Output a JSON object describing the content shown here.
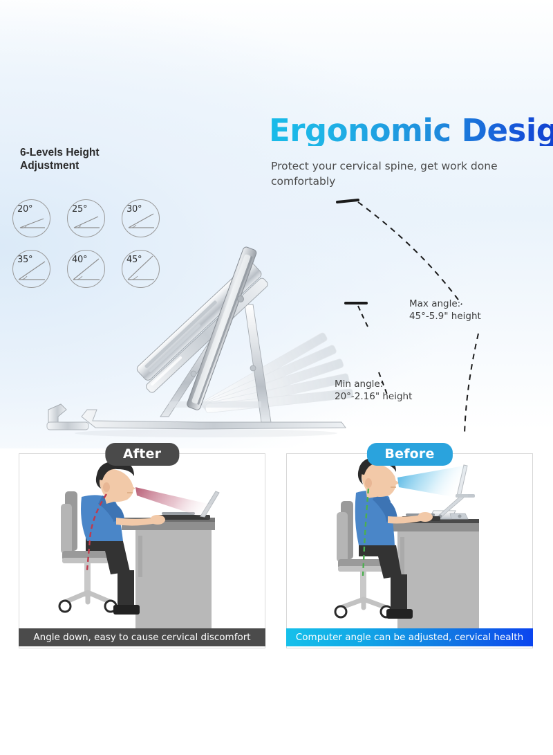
{
  "hero": {
    "title": "Ergonomic Design",
    "subtitle": "Protect your cervical spine, get work done comfortably"
  },
  "levels": {
    "heading": "6-Levels Height Adjustment",
    "badges": [
      {
        "label": "20°",
        "angle": 20
      },
      {
        "label": "25°",
        "angle": 25
      },
      {
        "label": "30°",
        "angle": 30
      },
      {
        "label": "35°",
        "angle": 35
      },
      {
        "label": "40°",
        "angle": 40
      },
      {
        "label": "45°",
        "angle": 45
      }
    ]
  },
  "callouts": {
    "max": "Max angle:\n45°-5.9\" height",
    "max_line1": "Max angle:",
    "max_line2": "45°-5.9\" height",
    "min_line1": "Min angle:",
    "min_line2": "20°-2.16\" height"
  },
  "comparison": {
    "left": {
      "badge": "After",
      "caption": "Angle down, easy to cause cervical discomfort",
      "badge_color": "#4a4a4a",
      "caption_color": "#4b4b4b"
    },
    "right": {
      "badge": "Before",
      "caption": "Computer angle can be adjusted, cervical health",
      "badge_color": "#2aa3dd",
      "caption_color": "#16c0ea"
    }
  },
  "colors": {
    "title_start": "#18bbe9",
    "title_end": "#0f35c8",
    "background_tint": "#e9f2fb",
    "bad_cone": "#c0627f",
    "good_cone": "#2aa3dd",
    "bad_spine": "#c0394b",
    "good_spine": "#4caf50",
    "shirt": "#4a86c8",
    "skin": "#f2c9a8",
    "hair": "#2b2b2b",
    "pants": "#333333",
    "desk": "#b3b3b3",
    "stand_silver": "#c9ced3"
  }
}
